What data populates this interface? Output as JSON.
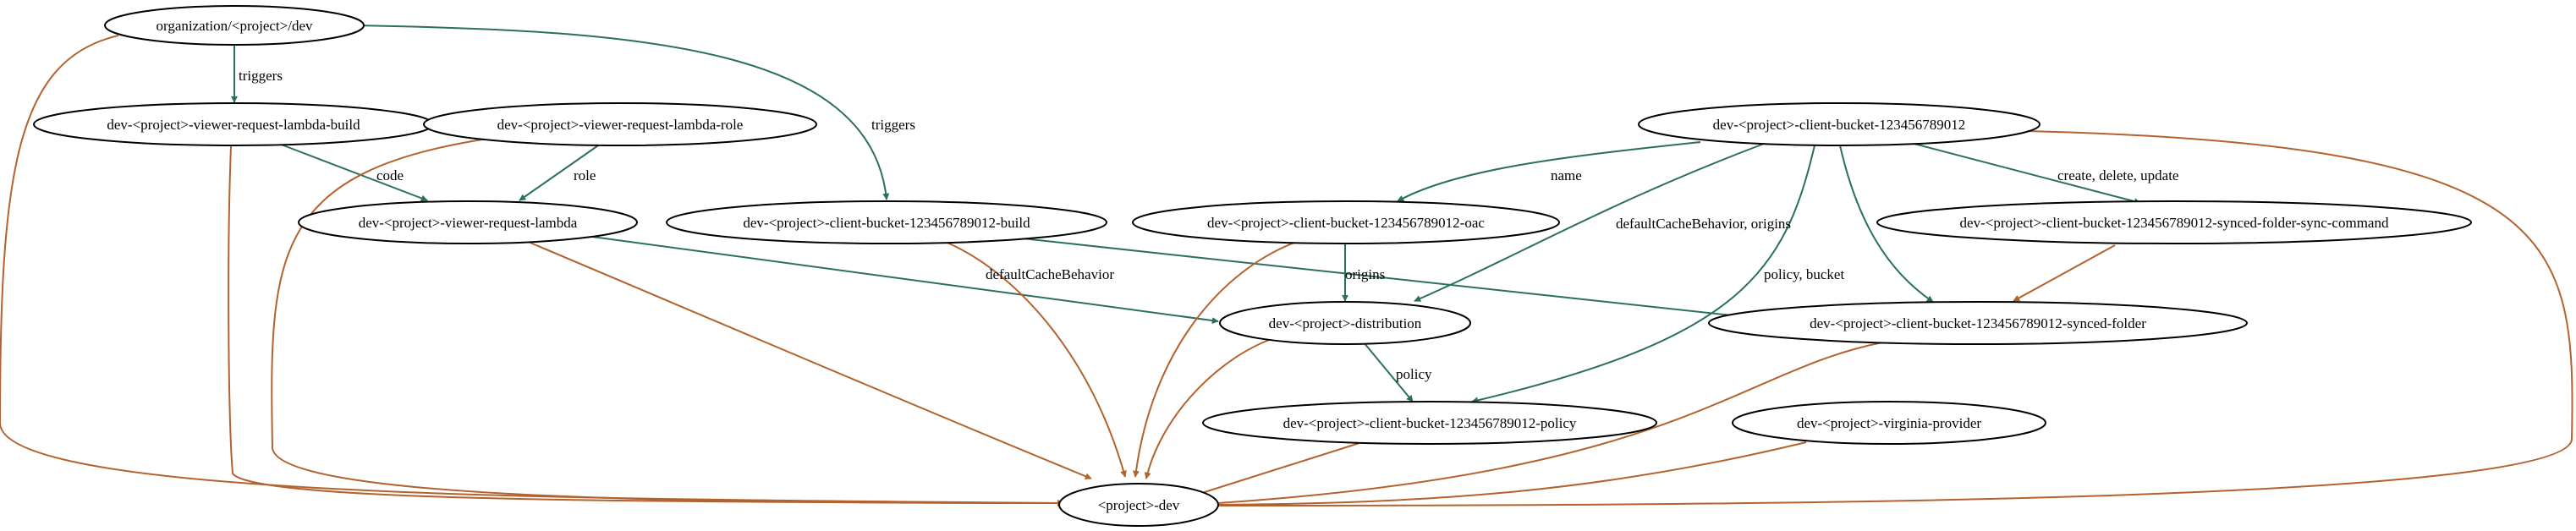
{
  "colors": {
    "green_edge": "#2a6f5f",
    "orange_edge": "#b4622d",
    "node_border": "#000000",
    "background": "#ffffff"
  },
  "nodes": {
    "org": "organization/<project>/dev",
    "lambda_build": "dev-<project>-viewer-request-lambda-build",
    "lambda_role": "dev-<project>-viewer-request-lambda-role",
    "lambda": "dev-<project>-viewer-request-lambda",
    "client_bucket_build": "dev-<project>-client-bucket-123456789012-build",
    "client_bucket": "dev-<project>-client-bucket-123456789012",
    "oac": "dev-<project>-client-bucket-123456789012-oac",
    "sync_command": "dev-<project>-client-bucket-123456789012-synced-folder-sync-command",
    "distribution": "dev-<project>-distribution",
    "synced_folder": "dev-<project>-client-bucket-123456789012-synced-folder",
    "policy": "dev-<project>-client-bucket-123456789012-policy",
    "virginia_provider": "dev-<project>-virginia-provider",
    "project_dev": "<project>-dev"
  },
  "edge_labels": {
    "triggers_1": "triggers",
    "triggers_2": "triggers",
    "code": "code",
    "role": "role",
    "name": "name",
    "create_delete_update": "create, delete, update",
    "default_cache_behavior_origins": "defaultCacheBehavior, origins",
    "origins": "origins",
    "default_cache_behavior": "defaultCacheBehavior",
    "policy_bucket": "policy, bucket",
    "policy": "policy"
  }
}
